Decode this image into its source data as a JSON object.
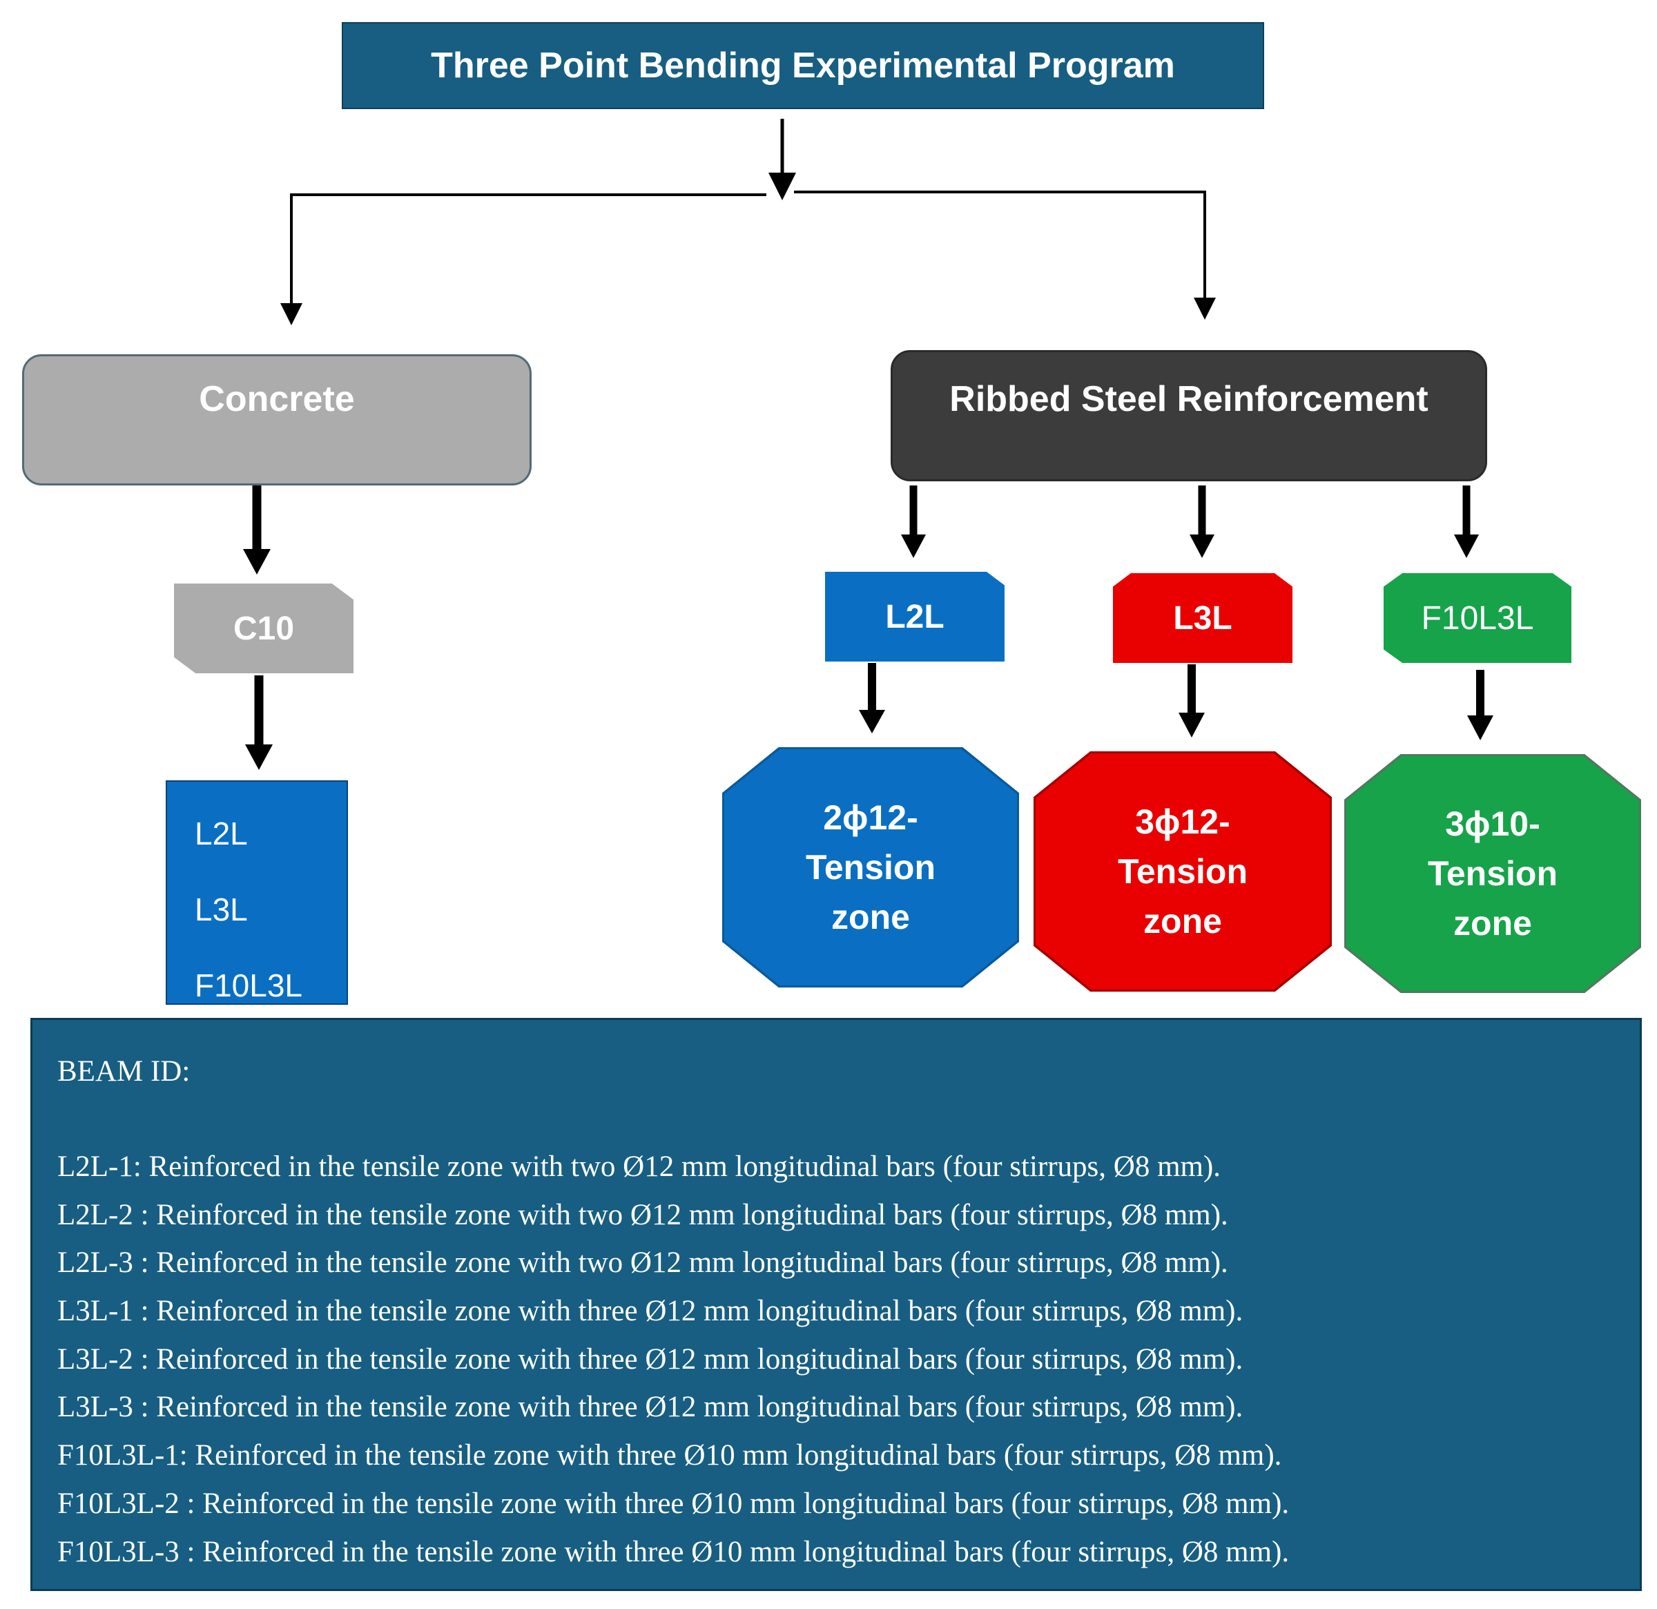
{
  "title": "Three Point Bending Experimental Program",
  "branches": {
    "concrete": {
      "label": "Concrete",
      "tag": "C10",
      "beams": [
        "L2L",
        "L3L",
        "F10L3L"
      ]
    },
    "steel": {
      "label": "Ribbed Steel Reinforcement",
      "groups": [
        {
          "tag": "L2L",
          "detail": [
            "2ϕ12-",
            "Tension",
            "zone"
          ],
          "color": "#0a6fc2"
        },
        {
          "tag": "L3L",
          "detail": [
            "3ϕ12-",
            "Tension",
            "zone"
          ],
          "color": "#e90000"
        },
        {
          "tag": "F10L3L",
          "detail": [
            "3ϕ10-",
            "Tension",
            "zone"
          ],
          "color": "#16a34a"
        }
      ]
    }
  },
  "beam_id": {
    "heading": "BEAM ID:",
    "lines": [
      "L2L-1: Reinforced in the tensile zone with two Ø12 mm longitudinal bars (four stirrups, Ø8 mm).",
      "L2L-2 : Reinforced in the tensile zone with two Ø12 mm longitudinal bars (four stirrups, Ø8 mm).",
      "L2L-3 : Reinforced in the tensile zone with two Ø12 mm longitudinal bars (four stirrups, Ø8 mm).",
      "L3L-1 : Reinforced in the tensile zone with three Ø12 mm longitudinal bars (four stirrups, Ø8 mm).",
      "L3L-2 : Reinforced in the tensile zone with three Ø12 mm longitudinal bars (four stirrups, Ø8 mm).",
      "L3L-3 : Reinforced in the tensile zone with three Ø12 mm longitudinal bars (four stirrups, Ø8 mm).",
      "F10L3L-1:  Reinforced in the tensile zone with three Ø10 mm longitudinal bars (four stirrups, Ø8 mm).",
      "F10L3L-2 : Reinforced in the tensile zone with three Ø10 mm longitudinal bars (four stirrups, Ø8 mm).",
      "F10L3L-3 : Reinforced in the tensile zone with three Ø10 mm longitudinal bars (four stirrups, Ø8 mm)."
    ]
  },
  "colors": {
    "title_bg": "#175e82",
    "concrete_gray": "#acacac",
    "steel_dark": "#3c3c3c",
    "blue": "#0a6fc2",
    "red": "#e90000",
    "green": "#16a34a"
  }
}
